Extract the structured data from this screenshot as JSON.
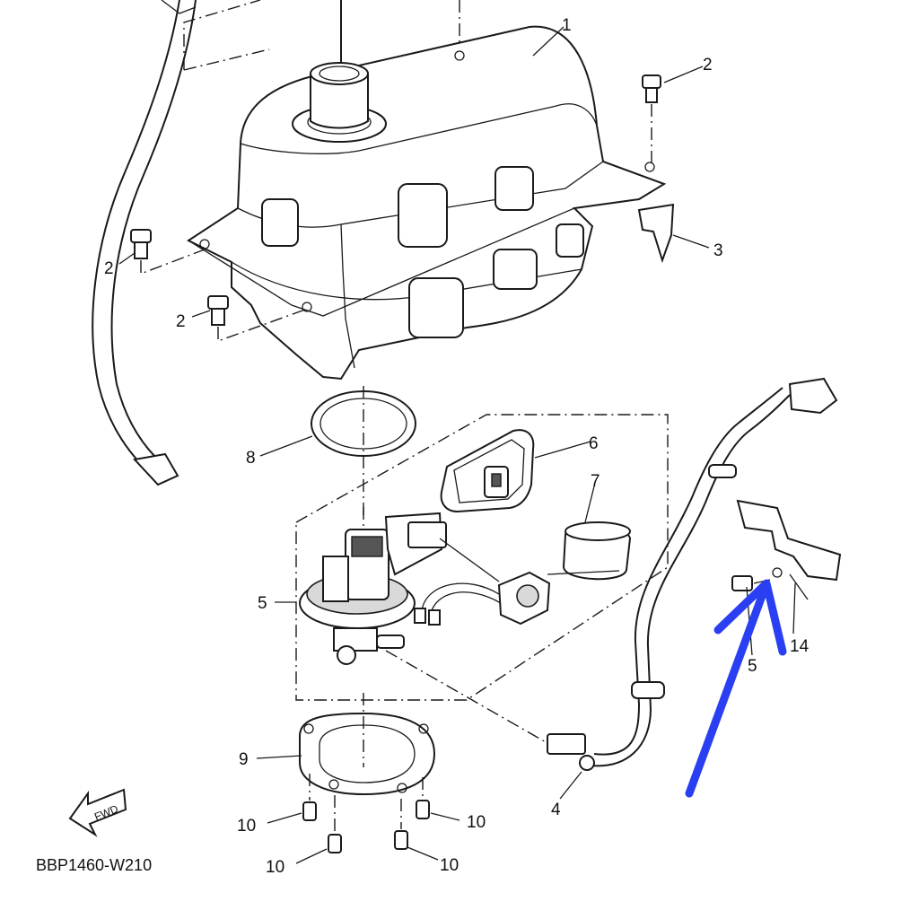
{
  "diagram": {
    "drawing_code": "BBP1460-W210",
    "fwd_label": "FWD",
    "callouts": {
      "c1": "1",
      "c2a": "2",
      "c2b": "2",
      "c2c": "2",
      "c3": "3",
      "c4": "4",
      "c5a": "5",
      "c5b": "5",
      "c6": "6",
      "c7": "7",
      "c8": "8",
      "c9": "9",
      "c10a": "10",
      "c10b": "10",
      "c10c": "10",
      "c10d": "10",
      "c14": "14"
    },
    "highlight_color": "#2b3ff2",
    "line_color": "#1a1a1a"
  }
}
